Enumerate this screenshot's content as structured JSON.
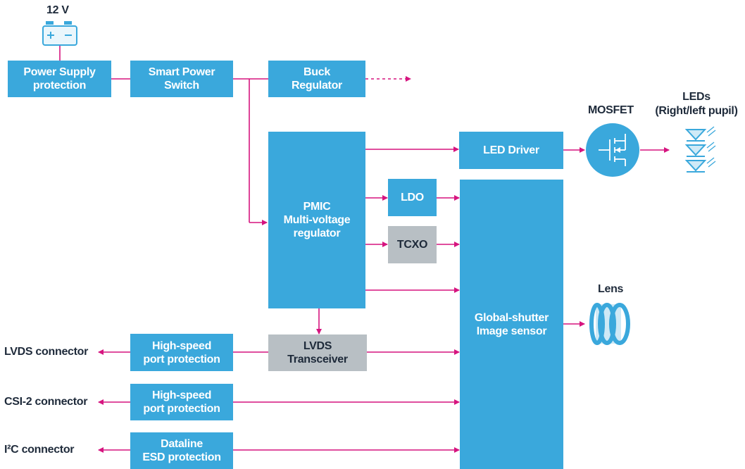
{
  "power_source": {
    "label": "12 V"
  },
  "boxes": {
    "power_supply_protection": {
      "line1": "Power Supply",
      "line2": "protection"
    },
    "smart_power_switch": {
      "line1": "Smart Power",
      "line2": "Switch"
    },
    "buck_regulator": {
      "line1": "Buck",
      "line2": "Regulator"
    },
    "pmic": {
      "line1": "PMIC",
      "line2": "Multi-voltage",
      "line3": "regulator"
    },
    "led_driver": {
      "line1": "LED Driver"
    },
    "ldo": {
      "line1": "LDO"
    },
    "tcxo": {
      "line1": "TCXO"
    },
    "image_sensor": {
      "line1": "Global-shutter",
      "line2": "Image sensor"
    },
    "lvds_transceiver": {
      "line1": "LVDS",
      "line2": "Transceiver"
    },
    "hs_port_protection_1": {
      "line1": "High-speed",
      "line2": "port protection"
    },
    "hs_port_protection_2": {
      "line1": "High-speed",
      "line2": "port protection"
    },
    "dataline_esd": {
      "line1": "Dataline",
      "line2": "ESD protection"
    }
  },
  "labels": {
    "mosfet": "MOSFET",
    "leds_line1": "LEDs",
    "leds_line2": "(Right/left pupil)",
    "lens": "Lens",
    "lvds_connector": "LVDS connector",
    "csi2_connector": "CSI-2 connector",
    "i2c_connector": "I²C connector"
  },
  "icons": [
    "battery-icon",
    "mosfet-icon",
    "led-icon",
    "lens-icon"
  ],
  "colors": {
    "block": "#3aa8dc",
    "block_gray": "#b8bfc4",
    "connector": "#d6147f",
    "text_dark": "#1e2a3a"
  }
}
